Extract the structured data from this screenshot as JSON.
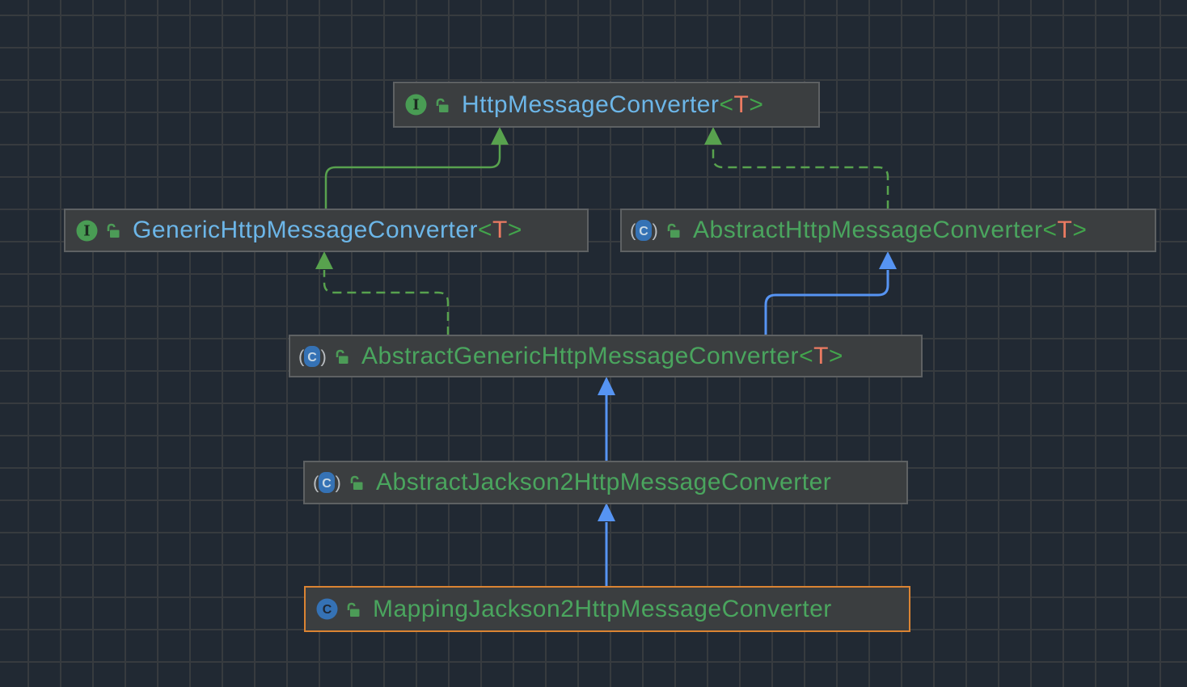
{
  "colors": {
    "background": "#212933",
    "grid_line": "#373b3f",
    "node_fill": "#3b3e40",
    "node_border": "#5e6163",
    "selected_node_border": "#db8433",
    "interface_name_text": "#6cb6e8",
    "class_name_text": "#4aa55e",
    "generic_bracket_text": "#42a44c",
    "generic_param_text": "#ec7b62",
    "interface_edge": "#58a24e",
    "class_edge": "#5694f3",
    "interface_icon_fill": "#499c54",
    "class_icon_fill": "#3572b5",
    "lock_icon_fill": "#4c9b57"
  },
  "icons": {
    "interface_letter": "I",
    "class_letter": "C",
    "abstract_class_letter": "C",
    "abstract_paren_open": "(",
    "abstract_paren_close": ")"
  },
  "nodes": [
    {
      "name": "HttpMessageConverter",
      "generic_open": "<",
      "generic_param": "T",
      "generic_close": ">",
      "kind": "interface",
      "selected": false
    },
    {
      "name": "GenericHttpMessageConverter",
      "generic_open": "<",
      "generic_param": "T",
      "generic_close": ">",
      "kind": "interface",
      "selected": false
    },
    {
      "name": "AbstractHttpMessageConverter",
      "generic_open": "<",
      "generic_param": "T",
      "generic_close": ">",
      "kind": "abstract-class",
      "selected": false
    },
    {
      "name": "AbstractGenericHttpMessageConverter",
      "generic_open": "<",
      "generic_param": "T",
      "generic_close": ">",
      "kind": "abstract-class",
      "selected": false
    },
    {
      "name": "AbstractJackson2HttpMessageConverter",
      "generic_open": "",
      "generic_param": "",
      "generic_close": "",
      "kind": "abstract-class",
      "selected": false
    },
    {
      "name": "MappingJackson2HttpMessageConverter",
      "generic_open": "",
      "generic_param": "",
      "generic_close": "",
      "kind": "class",
      "selected": true
    }
  ],
  "edges": [
    {
      "from": "GenericHttpMessageConverter",
      "to": "HttpMessageConverter",
      "relation": "extends",
      "line": "solid",
      "color": "#58a24e"
    },
    {
      "from": "AbstractHttpMessageConverter",
      "to": "HttpMessageConverter",
      "relation": "implements",
      "line": "dashed",
      "color": "#58a24e"
    },
    {
      "from": "AbstractGenericHttpMessageConverter",
      "to": "GenericHttpMessageConverter",
      "relation": "implements",
      "line": "dashed",
      "color": "#58a24e"
    },
    {
      "from": "AbstractGenericHttpMessageConverter",
      "to": "AbstractHttpMessageConverter",
      "relation": "extends",
      "line": "solid",
      "color": "#5694f3"
    },
    {
      "from": "AbstractJackson2HttpMessageConverter",
      "to": "AbstractGenericHttpMessageConverter",
      "relation": "extends",
      "line": "solid",
      "color": "#5694f3"
    },
    {
      "from": "MappingJackson2HttpMessageConverter",
      "to": "AbstractJackson2HttpMessageConverter",
      "relation": "extends",
      "line": "solid",
      "color": "#5694f3"
    }
  ]
}
